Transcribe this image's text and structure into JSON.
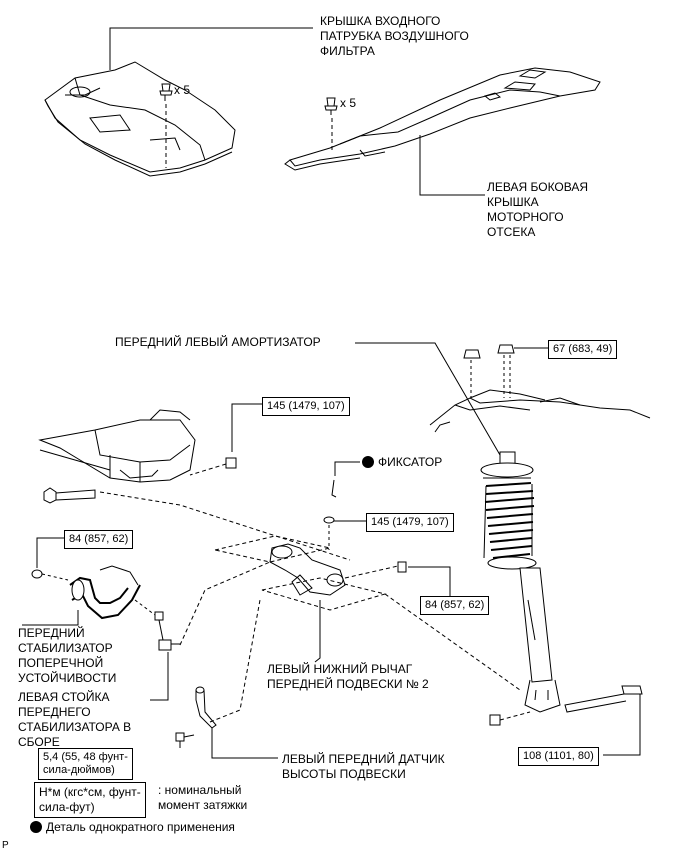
{
  "labels": {
    "air_intake_cover": [
      "КРЫШКА ВХОДНОГО",
      "ПАТРУБКА ВОЗДУШНОГО",
      "ФИЛЬТРА"
    ],
    "engine_side_cover": [
      "ЛЕВАЯ БОКОВАЯ",
      "КРЫШКА",
      "МОТОРНОГО",
      "ОТСЕКА"
    ],
    "front_shock": "ПЕРЕДНИЙ ЛЕВЫЙ АМОРТИЗАТОР",
    "retainer": "ФИКСАТОР",
    "stabilizer_bar": [
      "ПЕРЕДНИЙ",
      "СТАБИЛИЗАТОР",
      "ПОПЕРЕЧНОЙ",
      "УСТОЙЧИВОСТИ"
    ],
    "stabilizer_link": [
      "ЛЕВАЯ СТОЙКА",
      "ПЕРЕДНЕГО",
      "СТАБИЛИЗАТОРА В",
      "СБОРЕ"
    ],
    "lower_arm": [
      "ЛЕВЫЙ НИЖНИЙ РЫЧАГ",
      "ПЕРЕДНЕЙ ПОДВЕСКИ № 2"
    ],
    "height_sensor": [
      "ЛЕВЫЙ ПЕРЕДНИЙ ДАТЧИК",
      "ВЫСОТЫ ПОДВЕСКИ"
    ]
  },
  "quantities": {
    "clips_intake": "x 5",
    "clips_side": "x 5"
  },
  "torques": {
    "t_top_mount": "67 (683, 49)",
    "t_crossmember": "145 (1479, 107)",
    "t_arm_upper": "145 (1479, 107)",
    "t_stab_bar": "84 (857, 62)",
    "t_arm_rear": "84 (857, 62)",
    "t_sensor": [
      "5,4 (55, 48 фунт-",
      "сила-дюймов)"
    ],
    "t_lower_bolt": "108 (1101, 80)"
  },
  "legend": {
    "torque_unit": [
      "Н*м (кгс*см, фунт-",
      "сила-фут)"
    ],
    "torque_desc": [
      ": номинальный",
      "момент затяжки"
    ],
    "non_reusable": "Деталь однократного применения"
  },
  "page_mark": "P"
}
